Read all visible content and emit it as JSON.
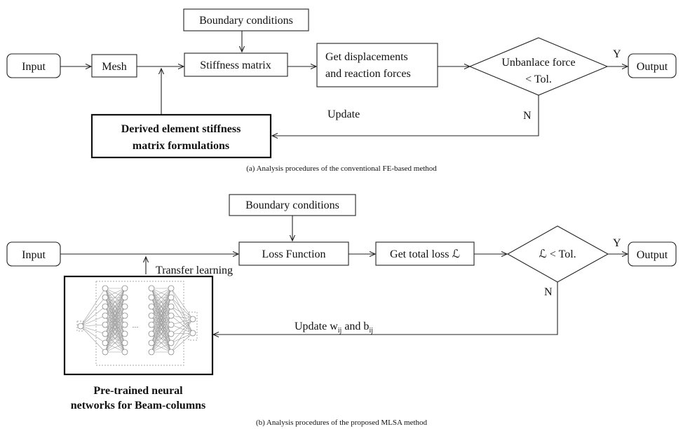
{
  "top": {
    "input": "Input",
    "mesh": "Mesh",
    "boundary": "Boundary conditions",
    "stiffness": "Stiffness matrix",
    "get_line1": "Get displacements",
    "get_line2": "and reaction forces",
    "decision_line1": "Unbanlace force",
    "decision_line2": "< Tol.",
    "yes": "Y",
    "no": "N",
    "output": "Output",
    "update": "Update",
    "derived_line1": "Derived element stiffness",
    "derived_line2": "matrix formulations",
    "caption": "(a) Analysis procedures of the conventional FE-based method"
  },
  "bottom": {
    "input": "Input",
    "boundary": "Boundary conditions",
    "loss": "Loss Function",
    "total_loss": "Get total loss ℒ",
    "decision": "ℒ < Tol.",
    "yes": "Y",
    "no": "N",
    "output": "Output",
    "transfer": "Transfer learning",
    "update_prefix": "Update w",
    "update_sub1": "ij",
    "update_mid": " and b",
    "update_sub2": "ij",
    "nn_line1": "Pre-trained neural",
    "nn_line2": "networks for Beam-columns",
    "nn_dots": "......",
    "caption": "(b) Analysis procedures of the proposed MLSA method"
  }
}
